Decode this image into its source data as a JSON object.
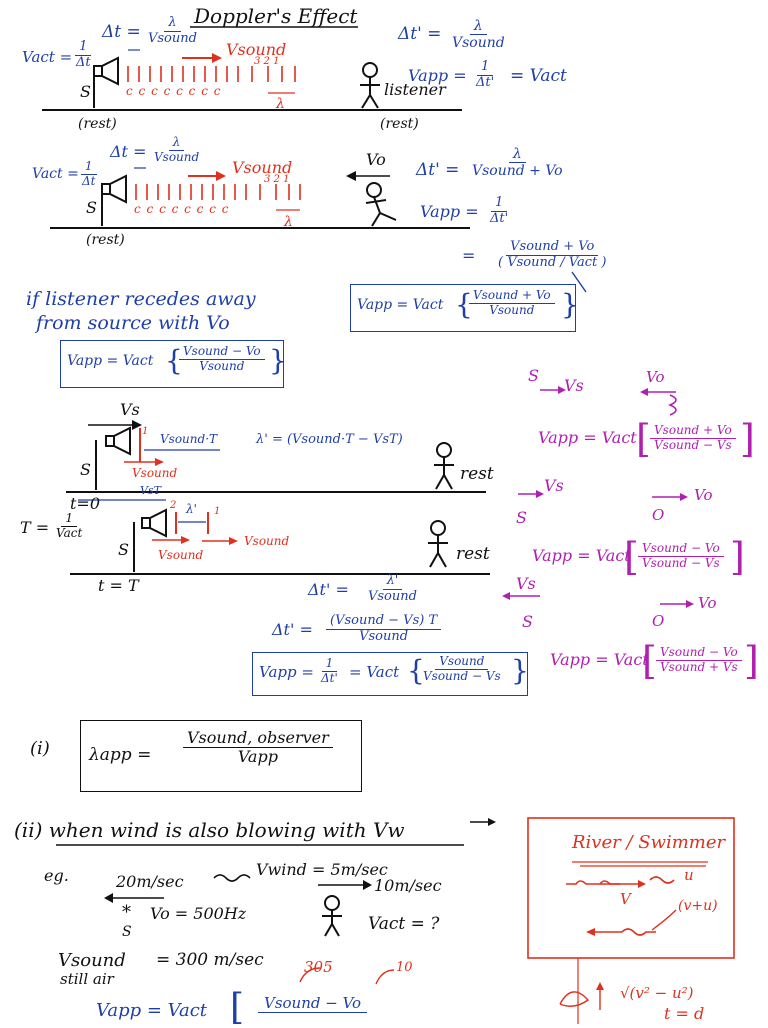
{
  "title": "Doppler's Effect",
  "sec1": {
    "dt_lhs": "Δt =",
    "dt_num": "λ",
    "dt_den": "Vsound",
    "vact_lhs": "Vact =",
    "vact_num": "1",
    "vact_den": "Δt",
    "vsound": "Vsound",
    "wave_nums": "3 2 1",
    "compressions": "c c c c c c c c",
    "lambda": "λ",
    "source": "S",
    "listener": "listener",
    "rest_left": "(rest)",
    "rest_right": "(rest)",
    "dtp_lhs": "Δt' =",
    "dtp_num": "λ",
    "dtp_den": "Vsound",
    "vapp_lhs": "Vapp =",
    "vapp_num": "1",
    "vapp_den": "Δt'",
    "vapp_eq": "= Vact"
  },
  "sec2": {
    "dt_lhs": "Δt =",
    "dt_num": "λ",
    "dt_den": "Vsound",
    "vact_lhs": "Vact =",
    "vact_num": "1",
    "vact_den": "Δt",
    "vsound": "Vsound",
    "wave_nums": "3 2 1",
    "compressions": "c c c c c c c c",
    "lambda": "λ",
    "source": "S",
    "rest_left": "(rest)",
    "vo": "Vo",
    "dtp_lhs": "Δt' =",
    "dtp_num": "λ",
    "dtp_den": "Vsound + Vo",
    "vapp_lhs": "Vapp =",
    "vapp_num": "1",
    "vapp_den": "Δt'",
    "eq_sign": "=",
    "step_num": "Vsound + Vo",
    "step_den": "( Vsound / Vact )",
    "boxed_lhs": "Vapp = Vact",
    "boxed_num": "Vsound + Vo",
    "boxed_den": "Vsound"
  },
  "recede": {
    "line1": "if listener recedes away",
    "line2": "from source with Vo",
    "boxed_lhs": "Vapp = Vact",
    "boxed_num": "Vsound − Vo",
    "boxed_den": "Vsound"
  },
  "sec3": {
    "vs": "Vs",
    "one": "1",
    "vsound_t": "Vsound·T",
    "vsound": "Vsound",
    "source": "S",
    "t0": "t=0",
    "lambda_prime": "λ' = (Vsound·T − VsT)",
    "rest": "rest",
    "T_lhs": "T =",
    "T_num": "1",
    "T_den": "Vact",
    "vst": "VsT",
    "two": "2",
    "lam_p": "λ'",
    "one_b": "1",
    "vsound_b": "Vsound",
    "vsound_c": "Vsound",
    "source_b": "S",
    "tT": "t = T",
    "rest_b": "rest",
    "dtp1_lhs": "Δt' =",
    "dtp1_num": "λ'",
    "dtp1_den": "Vsound",
    "dtp2_lhs": "Δt' =",
    "dtp2_num": "(Vsound − Vs) T",
    "dtp2_den": "Vsound",
    "boxed_lhs": "Vapp =",
    "boxed_n1": "1",
    "boxed_d1": "Δt'",
    "boxed_mid": "= Vact",
    "boxed_num": "Vsound",
    "boxed_den": "Vsound − Vs"
  },
  "purple": {
    "s1": "S",
    "vs1": "Vs",
    "vo1": "Vo",
    "f1_lhs": "Vapp = Vact",
    "f1_num": "Vsound + Vo",
    "f1_den": "Vsound − Vs",
    "vs2": "Vs",
    "vo2": "Vo",
    "s2": "S",
    "o2": "O",
    "f2_lhs": "Vapp = Vact",
    "f2_num": "Vsound − Vo",
    "f2_den": "Vsound − Vs",
    "vs3": "Vs",
    "vo3": "Vo",
    "s3": "S",
    "o3": "O",
    "f3_lhs": "Vapp = Vact",
    "f3_num": "Vsound − Vo",
    "f3_den": "Vsound + Vs"
  },
  "lambda_app": {
    "label": "(i)",
    "lhs": "λapp =",
    "num": "Vsound, observer",
    "den": "Vapp"
  },
  "wind": {
    "heading": "(ii) when wind is also blowing with Vw",
    "eg": "eg.",
    "speed_left": "20m/sec",
    "vwind": "Vwind = 5m/sec",
    "speed_right": "10m/sec",
    "vo_val": "Vo = 500Hz",
    "source": "S",
    "vact_q": "Vact = ?",
    "vsound_label": "Vsound",
    "still_air": "still air",
    "vsound_val": "= 300 m/sec",
    "n305": "305",
    "n10": "10",
    "last_lhs": "Vapp = Vact",
    "last_num": "Vsound − Vo"
  },
  "river": {
    "title": "River / Swimmer",
    "u": "u",
    "v": "V",
    "vpu": "(v+u)",
    "sqrt": "√(v² − u²)",
    "t_eq": "t = d"
  }
}
